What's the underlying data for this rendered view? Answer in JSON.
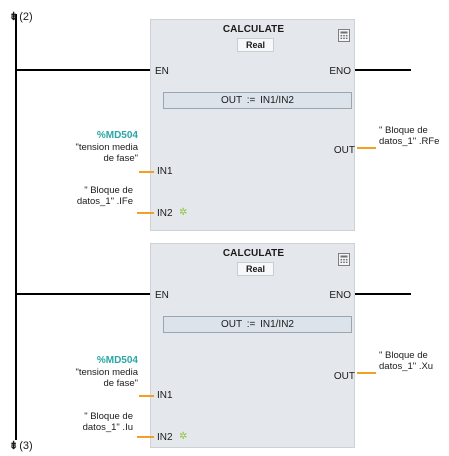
{
  "network": {
    "marker_top": "(2)",
    "marker_bottom": "(3)",
    "arrow_glyph": "⇟"
  },
  "blocks": [
    {
      "title": "CALCULATE",
      "type": "Real",
      "en": "EN",
      "eno": "ENO",
      "expression": "OUT :=  IN1/IN2",
      "in1_pin": "IN1",
      "in2_pin": "IN2",
      "out_pin": "OUT",
      "in1_address": "%MD504",
      "in1_operand": [
        "\"tension media",
        "de fase\""
      ],
      "in2_operand": [
        "\" Bloque de",
        "datos_1\" .IFe"
      ],
      "out_operand": [
        "\" Bloque de",
        "datos_1\" .RFe"
      ]
    },
    {
      "title": "CALCULATE",
      "type": "Real",
      "en": "EN",
      "eno": "ENO",
      "expression": "OUT :=  IN1/IN2",
      "in1_pin": "IN1",
      "in2_pin": "IN2",
      "out_pin": "OUT",
      "in1_address": "%MD504",
      "in1_operand": [
        "\"tension media",
        "de fase\""
      ],
      "in2_operand": [
        "\" Bloque de",
        "datos_1\" .Iu"
      ],
      "out_operand": [
        "\" Bloque de",
        "datos_1\" .Xu"
      ]
    }
  ],
  "colors": {
    "address": "#2aa6a6",
    "pin_stub": "#f0a024",
    "param_marker": "#8cc63f",
    "block_fill": "#e4e8ec"
  },
  "icons": {
    "calculator": "calculator-icon",
    "param_marker": "add-parameter-star-icon"
  }
}
